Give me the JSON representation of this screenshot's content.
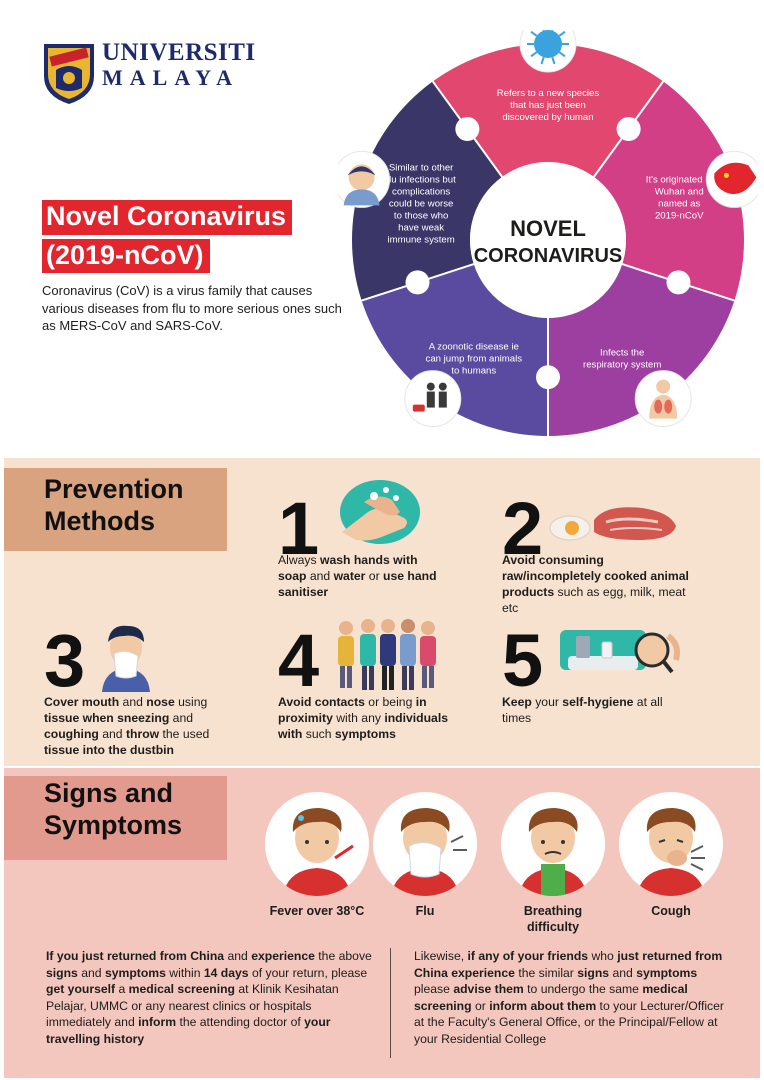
{
  "logo": {
    "line1": "UNIVERSITI",
    "line2": "MALAYA"
  },
  "title": {
    "line1": "Novel Coronavirus",
    "line2": "(2019-nCoV)"
  },
  "intro": "Coronavirus (CoV) is a virus family that causes various diseases from flu to more serious ones such as MERS-CoV and SARS-CoV.",
  "wheel": {
    "center_line1": "NOVEL",
    "center_line2": "CORONAVIRUS",
    "segments": [
      {
        "lines": [
          "Refers to a new species",
          "that has just been",
          "discovered by human"
        ],
        "color": "#e2486f"
      },
      {
        "lines": [
          "It's originated in",
          "Wuhan and",
          "named as",
          "2019-nCoV"
        ],
        "color": "#d23f86"
      },
      {
        "lines": [
          "Infects the",
          "respiratory system"
        ],
        "color": "#9d3fa1"
      },
      {
        "lines": [
          "A zoonotic disease ie",
          "can jump from animals",
          "to humans"
        ],
        "color": "#5a4ba0"
      },
      {
        "lines": [
          "Similar to other",
          "flu infections but",
          "complications",
          "could be worse",
          "to those who",
          "have weak",
          "immune system"
        ],
        "color": "#3b3668"
      }
    ]
  },
  "prevention": {
    "title_line1": "Prevention",
    "title_line2": "Methods",
    "steps": [
      {
        "num": "1",
        "parts": [
          [
            "Always ",
            false
          ],
          [
            "wash hands with soap",
            true
          ],
          [
            " and ",
            false
          ],
          [
            "water",
            true
          ],
          [
            " or ",
            false
          ],
          [
            "use hand sanitiser",
            true
          ]
        ]
      },
      {
        "num": "2",
        "parts": [
          [
            "Avoid consuming raw/incompletely cooked animal products",
            true
          ],
          [
            " such as egg, milk, meat etc",
            false
          ]
        ]
      },
      {
        "num": "3",
        "parts": [
          [
            "Cover mouth",
            true
          ],
          [
            " and ",
            false
          ],
          [
            "nose",
            true
          ],
          [
            " using ",
            false
          ],
          [
            "tissue when sneezing",
            true
          ],
          [
            " and ",
            false
          ],
          [
            "coughing",
            true
          ],
          [
            " and ",
            false
          ],
          [
            "throw",
            true
          ],
          [
            " the used ",
            false
          ],
          [
            "tissue into the dustbin",
            true
          ]
        ]
      },
      {
        "num": "4",
        "parts": [
          [
            "Avoid contacts",
            true
          ],
          [
            " or being ",
            false
          ],
          [
            "in proximity",
            true
          ],
          [
            " with any ",
            false
          ],
          [
            "individuals with",
            true
          ],
          [
            " such ",
            false
          ],
          [
            "symptoms",
            true
          ]
        ]
      },
      {
        "num": "5",
        "parts": [
          [
            "Keep",
            true
          ],
          [
            " your ",
            false
          ],
          [
            "self-hygiene",
            true
          ],
          [
            " at all times",
            false
          ]
        ]
      }
    ]
  },
  "signs": {
    "title_line1": "Signs and",
    "title_line2": "Symptoms",
    "symptoms": [
      {
        "label_line1": "Fever over 38°C",
        "label_line2": ""
      },
      {
        "label_line1": "Flu",
        "label_line2": ""
      },
      {
        "label_line1": "Breathing",
        "label_line2": "difficulty"
      },
      {
        "label_line1": "Cough",
        "label_line2": ""
      }
    ],
    "note_left": [
      [
        "If you just returned from China",
        true
      ],
      [
        " and ",
        false
      ],
      [
        "experience",
        true
      ],
      [
        " the above ",
        false
      ],
      [
        "signs",
        true
      ],
      [
        " and ",
        false
      ],
      [
        "symptoms",
        true
      ],
      [
        " within ",
        false
      ],
      [
        "14 days",
        true
      ],
      [
        " of your return, please ",
        false
      ],
      [
        "get yourself",
        true
      ],
      [
        " a ",
        false
      ],
      [
        "medical screening",
        true
      ],
      [
        " at Klinik Kesihatan Pelajar, UMMC or any nearest clinics or hospitals immediately and ",
        false
      ],
      [
        "inform",
        true
      ],
      [
        " the attending doctor of ",
        false
      ],
      [
        "your travelling history",
        true
      ]
    ],
    "note_right": [
      [
        "Likewise, ",
        false
      ],
      [
        "if any of your friends",
        true
      ],
      [
        " who ",
        false
      ],
      [
        "just returned from China experience",
        true
      ],
      [
        " the similar ",
        false
      ],
      [
        "signs",
        true
      ],
      [
        " and ",
        false
      ],
      [
        "symptoms",
        true
      ],
      [
        " please ",
        false
      ],
      [
        "advise them",
        true
      ],
      [
        " to undergo the same ",
        false
      ],
      [
        "medical screening",
        true
      ],
      [
        " or ",
        false
      ],
      [
        "inform about them",
        true
      ],
      [
        " to your Lecturer/Officer at the Faculty's General Office, or the Principal/Fellow at your Residential College",
        false
      ]
    ]
  },
  "colors": {
    "red": "#e3262e",
    "navy": "#1f2a6b",
    "peach": "#f6e2cf",
    "tan": "#d9a37f",
    "pink": "#f3c7bd",
    "rose": "#e29a8f"
  }
}
